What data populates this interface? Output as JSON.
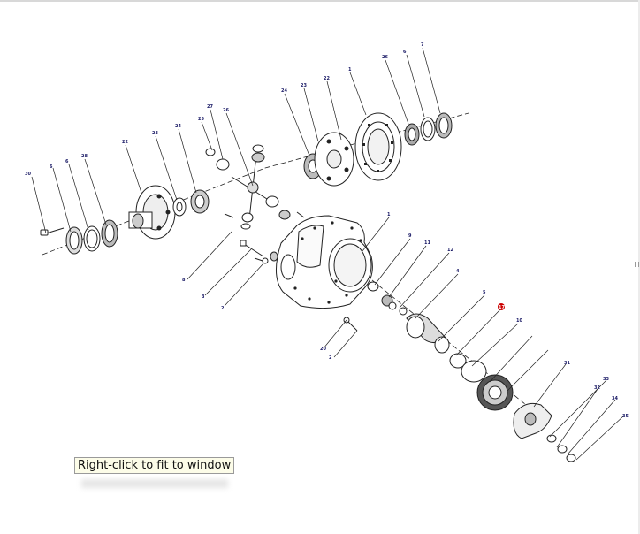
{
  "viewer": {
    "hint": "Right-click to fit to window"
  },
  "diagram": {
    "highlight_color": "#cc0000",
    "line_color": "#222222",
    "callout_color": "#1a1a66",
    "callouts": [
      "30",
      "6",
      "6",
      "28",
      "22",
      "23",
      "24",
      "25",
      "27",
      "26",
      "24",
      "23",
      "22",
      "1",
      "26",
      "6",
      "7",
      "1",
      "9",
      "11",
      "12",
      "4",
      "5",
      "17",
      "10",
      "8",
      "3",
      "2",
      "20",
      "2",
      "31",
      "33",
      "32",
      "34",
      "35"
    ]
  }
}
